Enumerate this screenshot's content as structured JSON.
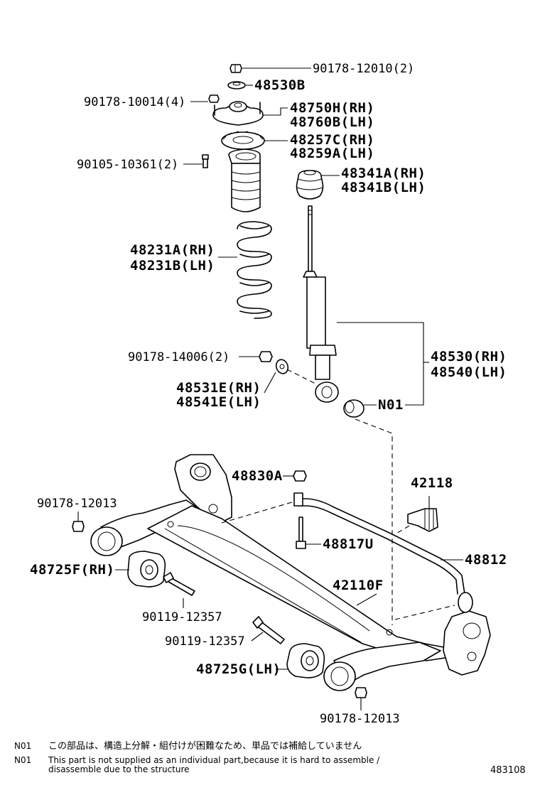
{
  "parts": {
    "nut_top": "90178-12010(2)",
    "bushing_48530b": "48530B",
    "nut_10014": "90178-10014(4)",
    "support_rh": "48750H(RH)",
    "support_lh": "48760B(LH)",
    "insulator_rh": "48257C(RH)",
    "insulator_lh": "48259A(LH)",
    "bolt_10361": "90105-10361(2)",
    "bumper_rh": "48341A(RH)",
    "bumper_lh": "48341B(LH)",
    "spring_rh": "48231A(RH)",
    "spring_lh": "48231B(LH)",
    "nut_14006": "90178-14006(2)",
    "shock_rh": "48530(RH)",
    "shock_lh": "48540(LH)",
    "washer_rh": "48531E(RH)",
    "washer_lh": "48541E(LH)",
    "n01_label": "N01",
    "nut_48830a": "48830A",
    "bracket_42118": "42118",
    "nut_12013_top": "90178-12013",
    "bolt_48817u": "48817U",
    "stabilizer_48812": "48812",
    "bushing_rh": "48725F(RH)",
    "beam_42110f": "42110F",
    "bolt_12357_left": "90119-12357",
    "bolt_12357_mid": "90119-12357",
    "bushing_lh": "48725G(LH)",
    "nut_12013_bottom": "90178-12013"
  },
  "notes": {
    "code_ja": "N01",
    "text_ja": "この部品は、構造上分解・組付けが困難なため、単品では補給していません",
    "code_en": "N01",
    "text_en_line1": "This part is not supplied as an individual part,because it is hard to assemble /",
    "text_en_line2": "disassemble due to the structure"
  },
  "diagram_id": "483108"
}
